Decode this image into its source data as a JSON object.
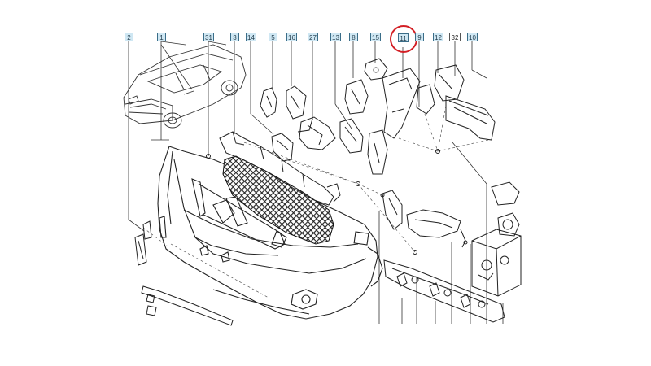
{
  "diagram": {
    "callouts": [
      {
        "id": "c-2",
        "text": "2",
        "style": "blue"
      },
      {
        "id": "c-1",
        "text": "1",
        "style": "blue"
      },
      {
        "id": "c-31",
        "text": "31",
        "style": "blue"
      },
      {
        "id": "c-3",
        "text": "3",
        "style": "blue"
      },
      {
        "id": "c-14",
        "text": "14",
        "style": "blue"
      },
      {
        "id": "c-5",
        "text": "5",
        "style": "blue"
      },
      {
        "id": "c-16",
        "text": "16",
        "style": "blue"
      },
      {
        "id": "c-27",
        "text": "27",
        "style": "blue"
      },
      {
        "id": "c-13",
        "text": "13",
        "style": "blue"
      },
      {
        "id": "c-8",
        "text": "8",
        "style": "blue"
      },
      {
        "id": "c-15",
        "text": "15",
        "style": "blue"
      },
      {
        "id": "c-11",
        "text": "11",
        "style": "blue",
        "highlighted": true
      },
      {
        "id": "c-9",
        "text": "9",
        "style": "blue"
      },
      {
        "id": "c-12",
        "text": "12",
        "style": "blue"
      },
      {
        "id": "c-32",
        "text": "32",
        "style": "plain"
      },
      {
        "id": "c-10",
        "text": "10",
        "style": "blue"
      }
    ],
    "highlight_color": "#d31f25",
    "callout_fill": "#cfe7f3",
    "line_color": "#333333"
  }
}
